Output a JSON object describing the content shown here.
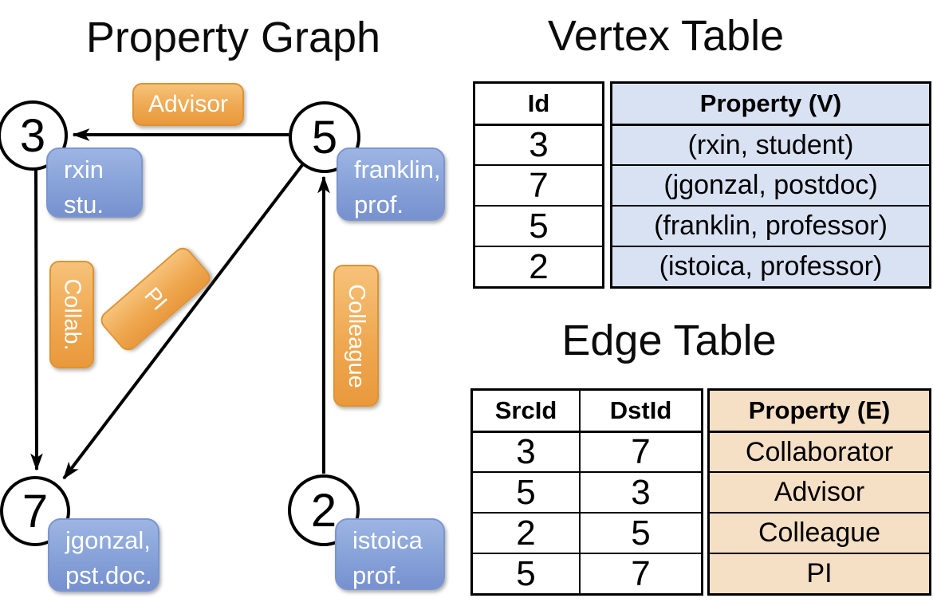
{
  "titles": {
    "graph": "Property Graph",
    "vertex": "Vertex Table",
    "edge": "Edge Table"
  },
  "graph": {
    "nodes": [
      {
        "id": "3",
        "prop1": "rxin",
        "prop2": "stu."
      },
      {
        "id": "5",
        "prop1": "franklin,",
        "prop2": "prof."
      },
      {
        "id": "7",
        "prop1": "jgonzal,",
        "prop2": "pst.doc."
      },
      {
        "id": "2",
        "prop1": "istoica",
        "prop2": "prof."
      }
    ],
    "edge_labels": {
      "advisor": "Advisor",
      "collab": "Collab.",
      "pi": "PI",
      "colleague": "Colleague"
    }
  },
  "vertex_table": {
    "headers": {
      "id": "Id",
      "property": "Property (V)"
    },
    "rows": [
      {
        "id": "3",
        "property": "(rxin, student)"
      },
      {
        "id": "7",
        "property": "(jgonzal, postdoc)"
      },
      {
        "id": "5",
        "property": "(franklin, professor)"
      },
      {
        "id": "2",
        "property": "(istoica, professor)"
      }
    ]
  },
  "edge_table": {
    "headers": {
      "src": "SrcId",
      "dst": "DstId",
      "property": "Property (E)"
    },
    "rows": [
      {
        "src": "3",
        "dst": "7",
        "property": "Collaborator"
      },
      {
        "src": "5",
        "dst": "3",
        "property": "Advisor"
      },
      {
        "src": "2",
        "dst": "5",
        "property": "Colleague"
      },
      {
        "src": "5",
        "dst": "7",
        "property": "PI"
      }
    ]
  },
  "colors": {
    "edge_label_orange_top": "#F6C279",
    "edge_label_orange_bottom": "#E9993C",
    "vertex_label_blue_top": "#9DB5E3",
    "vertex_label_blue_bottom": "#7791CF",
    "vertex_cell_bg": "#D9E2F3",
    "edge_cell_bg": "#F5DFC5",
    "line": "#000000"
  }
}
